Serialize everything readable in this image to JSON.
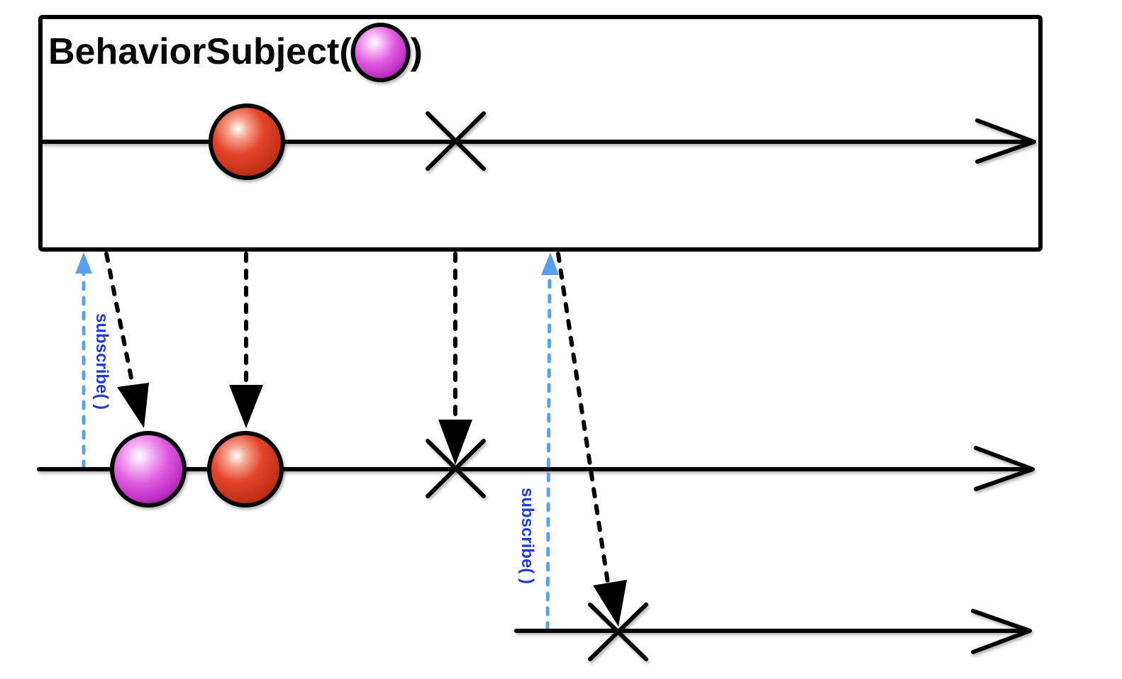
{
  "title": {
    "prefix": "BehaviorSubject(",
    "suffix": ")"
  },
  "subscribe_label": "subscribe( )",
  "colors": {
    "initial_marble": "#d83fd8",
    "red_marble": "#d93a22",
    "subscribe_arrow": "#5aa0f0",
    "subscribe_text": "#2438e0",
    "stroke": "#000000"
  },
  "marbles": {
    "initial_value": "magenta-marble",
    "emitted_value": "red-marble"
  },
  "icons": [
    "magenta-marble",
    "red-marble",
    "completion-x-icon",
    "arrowhead-icon"
  ]
}
